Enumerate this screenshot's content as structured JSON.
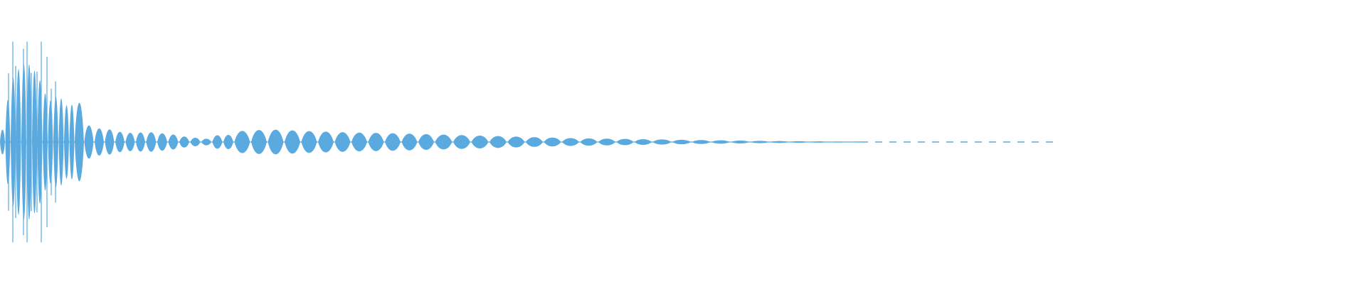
{
  "waveform": {
    "color": "#5aaae0",
    "background": "#ffffff",
    "style": "audio-waveform-decaying",
    "visible_fraction_of_width": 0.77,
    "trailing_dashed_baseline": true,
    "peak_amplitude_fraction": 0.85
  }
}
